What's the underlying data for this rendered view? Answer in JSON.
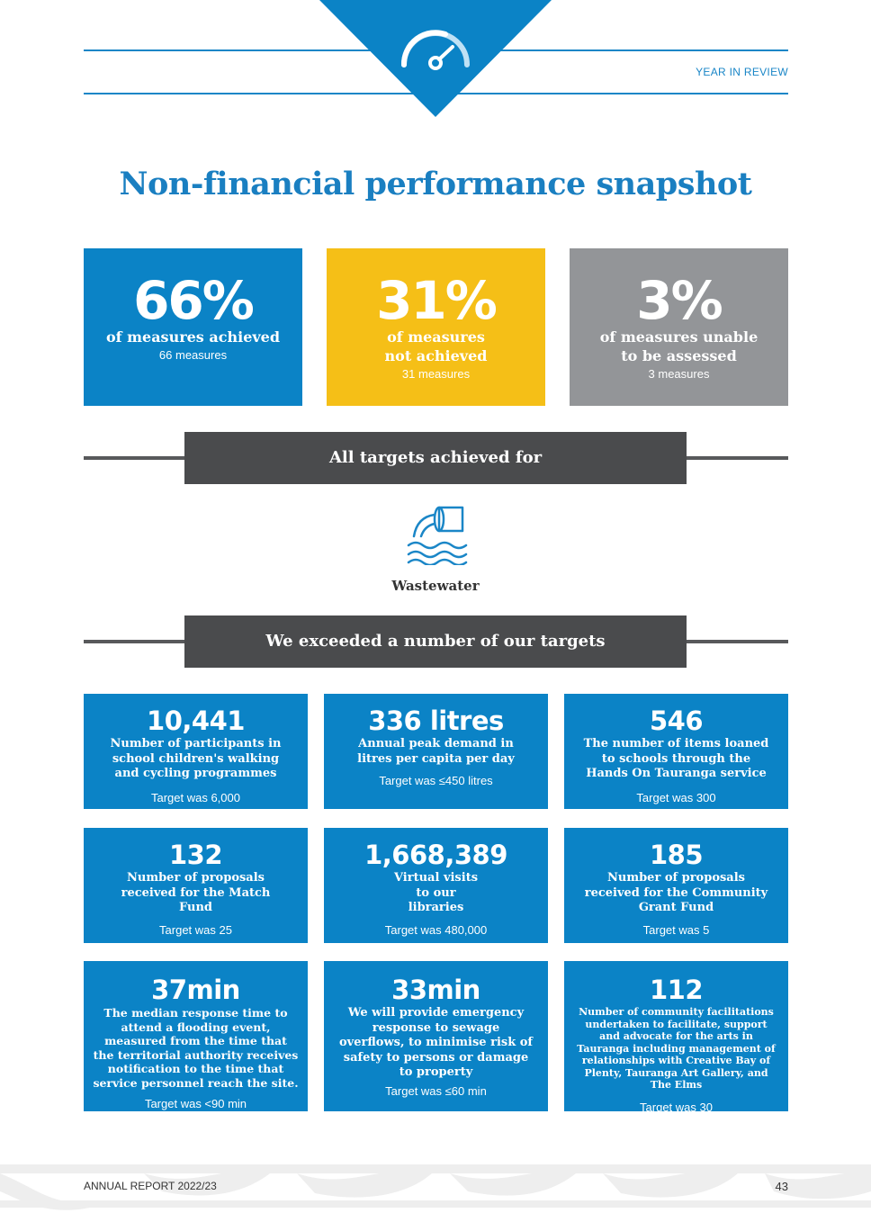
{
  "header": {
    "section": "YEAR IN REVIEW"
  },
  "title": "Non-financial performance snapshot",
  "summary": [
    {
      "big": "66%",
      "label": "of measures achieved",
      "sub": "66 measures",
      "color": "#0b83c6"
    },
    {
      "big": "31%",
      "label": "of measures not achieved",
      "sub": "31 measures",
      "color": "#f5bf17"
    },
    {
      "big": "3%",
      "label": "of measures unable to be assessed",
      "sub": "3 measures",
      "color": "#939598"
    }
  ],
  "banner1": "All targets achieved for",
  "wastewater": {
    "label": "Wastewater",
    "icon": "wastewater-icon"
  },
  "banner2": "We exceeded a number of our targets",
  "cards": [
    {
      "num": "10,441",
      "desc": "Number of participants in school children's walking and cycling programmes",
      "target": "Target was 6,000"
    },
    {
      "num": "336 litres",
      "desc": "Annual peak demand in litres per capita per day",
      "target": "Target was ≤450 litres"
    },
    {
      "num": "546",
      "desc": "The number of items loaned to schools through the Hands On Tauranga service",
      "target": "Target was 300"
    },
    {
      "num": "132",
      "desc": "Number of proposals received for the Match Fund",
      "target": "Target was 25"
    },
    {
      "num": "1,668,389",
      "desc": "Virtual visits to our libraries",
      "target": "Target was 480,000"
    },
    {
      "num": "185",
      "desc": "Number of proposals received for the Community Grant Fund",
      "target": "Target was 5"
    },
    {
      "num": "37min",
      "desc": "The median response time to attend a flooding event, measured from the time that the territorial authority receives notification to the time that service personnel reach the site.",
      "target": "Target was <90 min"
    },
    {
      "num": "33min",
      "desc": "We will provide emergency response to sewage overflows, to minimise risk of safety to persons or damage to property",
      "target": "Target was ≤60 min"
    },
    {
      "num": "112",
      "desc": "Number of community facilitations undertaken to facilitate, support and advocate for the arts in Tauranga including management of relationships with Creative Bay of Plenty, Tauranga Art Gallery, and The Elms",
      "target": "Target was 30"
    }
  ],
  "footer": {
    "report": "ANNUAL REPORT 2022/23",
    "page": "43"
  }
}
